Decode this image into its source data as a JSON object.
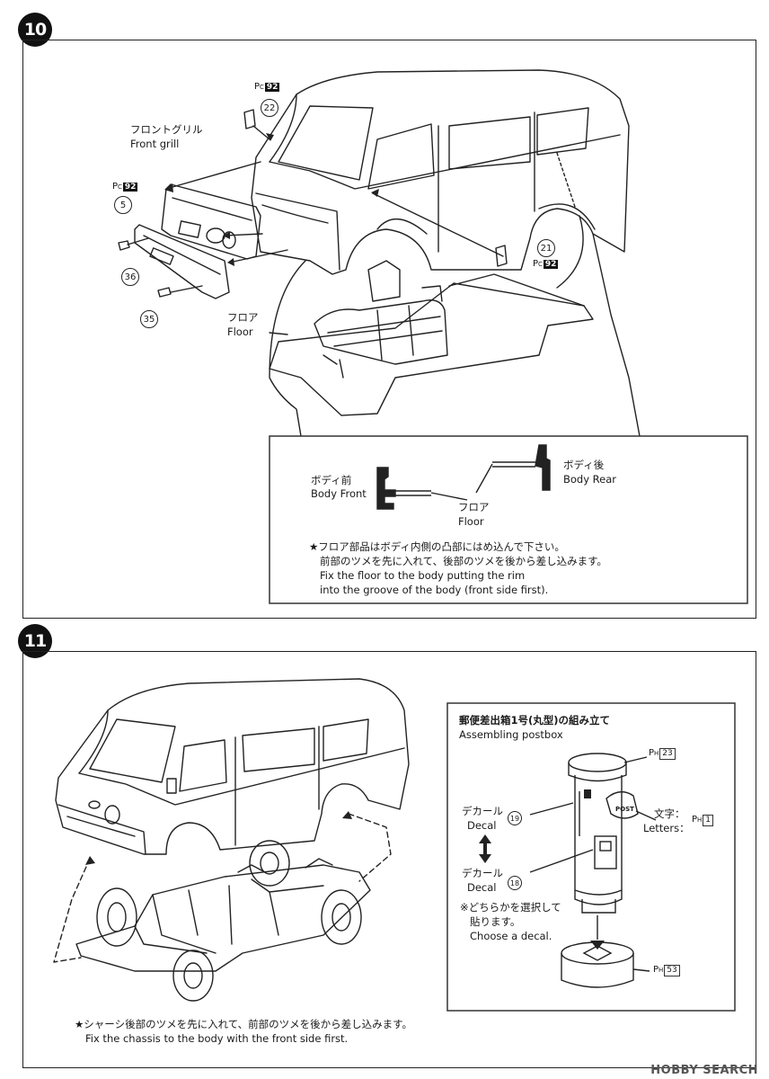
{
  "step10": {
    "number": "10",
    "front_grill_jp": "フロントグリル",
    "front_grill_en": "Front grill",
    "floor_jp": "フロア",
    "floor_en": "Floor",
    "paint_code_prefix": "P",
    "paint_code_sub": "C",
    "paint_code": "92",
    "part_22": "22",
    "part_5": "5",
    "part_36": "36",
    "part_35": "35",
    "part_21": "21",
    "inset": {
      "body_front_jp": "ボディ前",
      "body_front_en": "Body Front",
      "body_rear_jp": "ボディ後",
      "body_rear_en": "Body Rear",
      "floor_jp": "フロア",
      "floor_en": "Floor",
      "note_jp_1": "★フロア部品はボディ内側の凸部にはめ込んで下さい。",
      "note_jp_2": "前部のツメを先に入れて、後部のツメを後から差し込みます。",
      "note_en_1": "Fix the floor to the body putting the rim",
      "note_en_2": "into the groove of the body (front side first)."
    }
  },
  "step11": {
    "number": "11",
    "note_jp": "★シャーシ後部のツメを先に入れて、前部のツメを後から差し込みます。",
    "note_en": "Fix the chassis to the body with the front side first.",
    "postbox": {
      "title_jp": "郵便差出箱1号(丸型)の組み立て",
      "title_en": "Assembling postbox",
      "ph_prefix": "P",
      "ph_sub": "H",
      "ph_top": "23",
      "ph_letters": "1",
      "ph_base": "53",
      "decal_jp_1": "デカール",
      "decal_en_1": "Decal",
      "decal_jp_2": "デカール",
      "decal_en_2": "Decal",
      "part_19": "19",
      "part_18": "18",
      "letters_jp": "文字：",
      "letters_en": "Letters：",
      "choose_jp_1": "※どちらかを選択して",
      "choose_jp_2": "貼ります。",
      "choose_en": "Choose a decal.",
      "post_text": "POST"
    }
  },
  "watermark": "HOBBY SEARCH"
}
